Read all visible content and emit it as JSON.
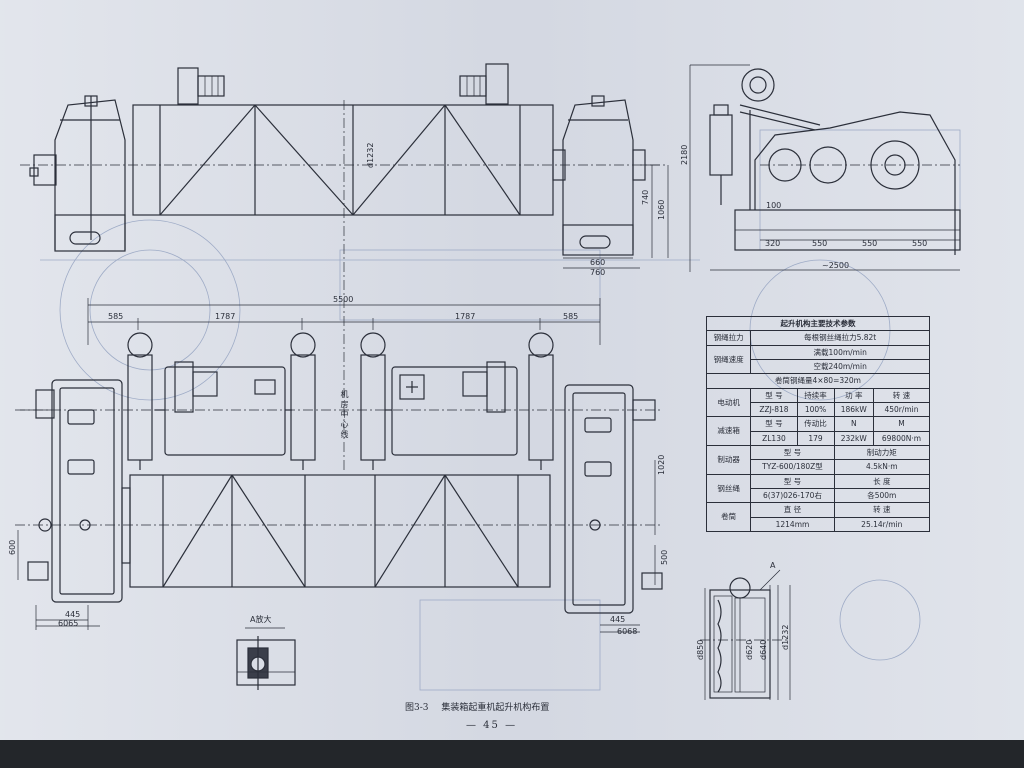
{
  "figure": {
    "number": "图3-3",
    "title": "集装箱起重机起升机构布置",
    "page": "— 45 —"
  },
  "colors": {
    "paper": "#d9dde6",
    "ink": "#2b2f3a",
    "ghost": "#9eabc6",
    "background": "#23262a"
  },
  "dimensions": {
    "drum_dia": "d1232",
    "overall_length": "5500",
    "seg_left": "585",
    "seg_mid_left": "1787",
    "seg_mid_right": "1787",
    "seg_right": "585",
    "side_740": "740",
    "side_1060": "1060",
    "side_660": "660",
    "side_760": "760",
    "right_2180": "2180",
    "right_100": "100",
    "right_320": "320",
    "right_550a": "550",
    "right_550b": "550",
    "right_550c": "550",
    "right_2500": "~2500",
    "bottom_1020": "1020",
    "bottom_500": "500",
    "bottom_445l": "445",
    "bottom_6065": "6065",
    "bottom_445r": "445",
    "bottom_6068": "6068",
    "left_600": "600",
    "detail_A": "A",
    "detail_A_label": "A放大",
    "d850": "d850",
    "d640": "d640",
    "d620": "d620",
    "d1232b": "d1232",
    "centerline_label": "机房中心线"
  },
  "spec_table": {
    "title": "起升机构主要技术参数",
    "rows": [
      {
        "label": "钢绳拉力",
        "value": "每根钢丝绳拉力5.82t"
      },
      {
        "label": "钢绳速度",
        "value": "满载100m/min"
      },
      {
        "label": "",
        "value": "空载240m/min"
      },
      {
        "label": "",
        "value": "卷筒钢绳量4×80=320m"
      }
    ],
    "motor": {
      "label": "电动机",
      "headers": [
        "型 号",
        "持续率",
        "功 率",
        "转 速"
      ],
      "values": [
        "ZZJ-818",
        "100%",
        "186kW",
        "450r/min"
      ]
    },
    "reducer": {
      "label": "减速箱",
      "headers": [
        "型 号",
        "传动比",
        "N",
        "M"
      ],
      "values": [
        "ZL130",
        "179",
        "232kW",
        "69800N·m"
      ]
    },
    "brake": {
      "label": "制动器",
      "headers": [
        "型 号",
        "制动力矩"
      ],
      "values": [
        "TYZ-600/180Z型",
        "4.5kN·m"
      ]
    },
    "rope": {
      "label": "钢丝绳",
      "headers": [
        "型 号",
        "长 度"
      ],
      "values": [
        "6(37)026-170右",
        "各500m"
      ]
    },
    "drum": {
      "label": "卷筒",
      "headers": [
        "直 径",
        "转 速"
      ],
      "values": [
        "1214mm",
        "25.14r/min"
      ]
    }
  }
}
